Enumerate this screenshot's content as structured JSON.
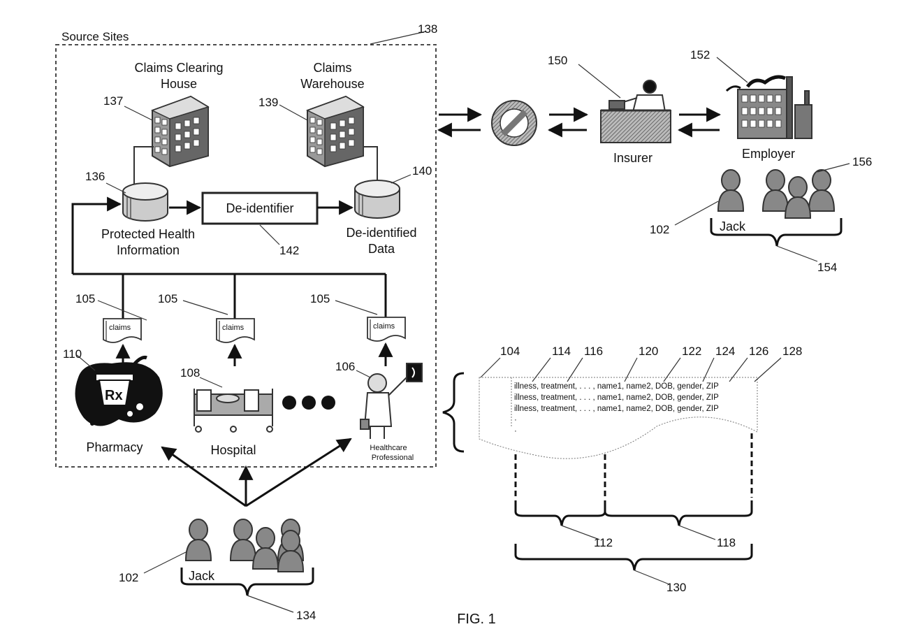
{
  "source_sites": {
    "title": "Source Sites",
    "ref": "138",
    "clearing_house": {
      "line1": "Claims Clearing",
      "line2": "House",
      "ref": "137"
    },
    "warehouse": {
      "line1": "Claims",
      "line2": "Warehouse",
      "ref": "139"
    },
    "phi_db": {
      "ref": "136",
      "line1": "Protected Health",
      "line2": "Information"
    },
    "deidentifier": {
      "label": "De-identifier",
      "ref": "142"
    },
    "deid_db": {
      "ref": "140",
      "line1": "De-identified",
      "line2": "Data"
    },
    "claims_docs": [
      {
        "label": "claims",
        "ref": "105"
      },
      {
        "label": "claims",
        "ref": "105"
      },
      {
        "label": "claims",
        "ref": "105"
      }
    ],
    "pharmacy": {
      "label": "Pharmacy",
      "ref": "110",
      "rx": "Rx"
    },
    "hospital": {
      "label": "Hospital",
      "ref": "108"
    },
    "professional": {
      "line1": "Healthcare",
      "line2": "Professional",
      "ref": "106"
    }
  },
  "external": {
    "insurer": {
      "label": "Insurer",
      "ref": "150"
    },
    "employer": {
      "label": "Employer",
      "ref": "152"
    },
    "group_top": {
      "person_ref": "102",
      "person_label": "Jack",
      "crowd_ref": "156",
      "brace_ref": "154"
    }
  },
  "group_bottom": {
    "person_ref": "102",
    "person_label": "Jack",
    "brace_ref": "134"
  },
  "record_table": {
    "refs": [
      "104",
      "114",
      "116",
      "120",
      "122",
      "124",
      "126",
      "128"
    ],
    "rows": [
      "illness, treatment, . . . , name1, name2, DOB, gender, ZIP",
      "illness, treatment, . . . , name1, name2, DOB, gender, ZIP",
      "illness, treatment, . . . , name1, name2, DOB, gender, ZIP"
    ],
    "dots": [
      "·",
      "·"
    ],
    "brace_refs": {
      "left": "112",
      "right": "118",
      "all": "130"
    }
  },
  "figure_caption": "FIG. 1"
}
